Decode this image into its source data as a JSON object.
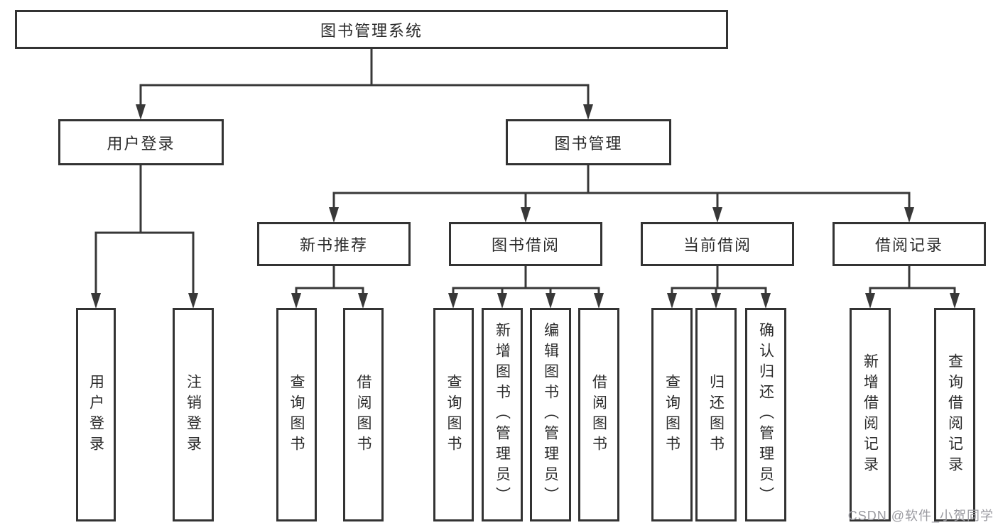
{
  "tree": {
    "label": "图书管理系统",
    "children": [
      {
        "label": "用户登录",
        "children": [
          {
            "label": "用户登录"
          },
          {
            "label": "注销登录"
          }
        ]
      },
      {
        "label": "图书管理",
        "children": [
          {
            "label": "新书推荐",
            "children": [
              {
                "label": "查询图书"
              },
              {
                "label": "借阅图书"
              }
            ]
          },
          {
            "label": "图书借阅",
            "children": [
              {
                "label": "查询图书"
              },
              {
                "label": "新增图书（管理员）"
              },
              {
                "label": "编辑图书（管理员）"
              },
              {
                "label": "借阅图书"
              }
            ]
          },
          {
            "label": "当前借阅",
            "children": [
              {
                "label": "查询图书"
              },
              {
                "label": "归还图书"
              },
              {
                "label": "确认归还（管理员）"
              }
            ]
          },
          {
            "label": "借阅记录",
            "children": [
              {
                "label": "新增借阅记录"
              },
              {
                "label": "查询借阅记录"
              }
            ]
          }
        ]
      }
    ]
  },
  "watermark": "CSDN @软件_小贺同学",
  "colors": {
    "line": "#383838",
    "box_border": "#333333",
    "text": "#2b2b2b",
    "watermark": "#9a9aa0",
    "background": "#ffffff"
  }
}
